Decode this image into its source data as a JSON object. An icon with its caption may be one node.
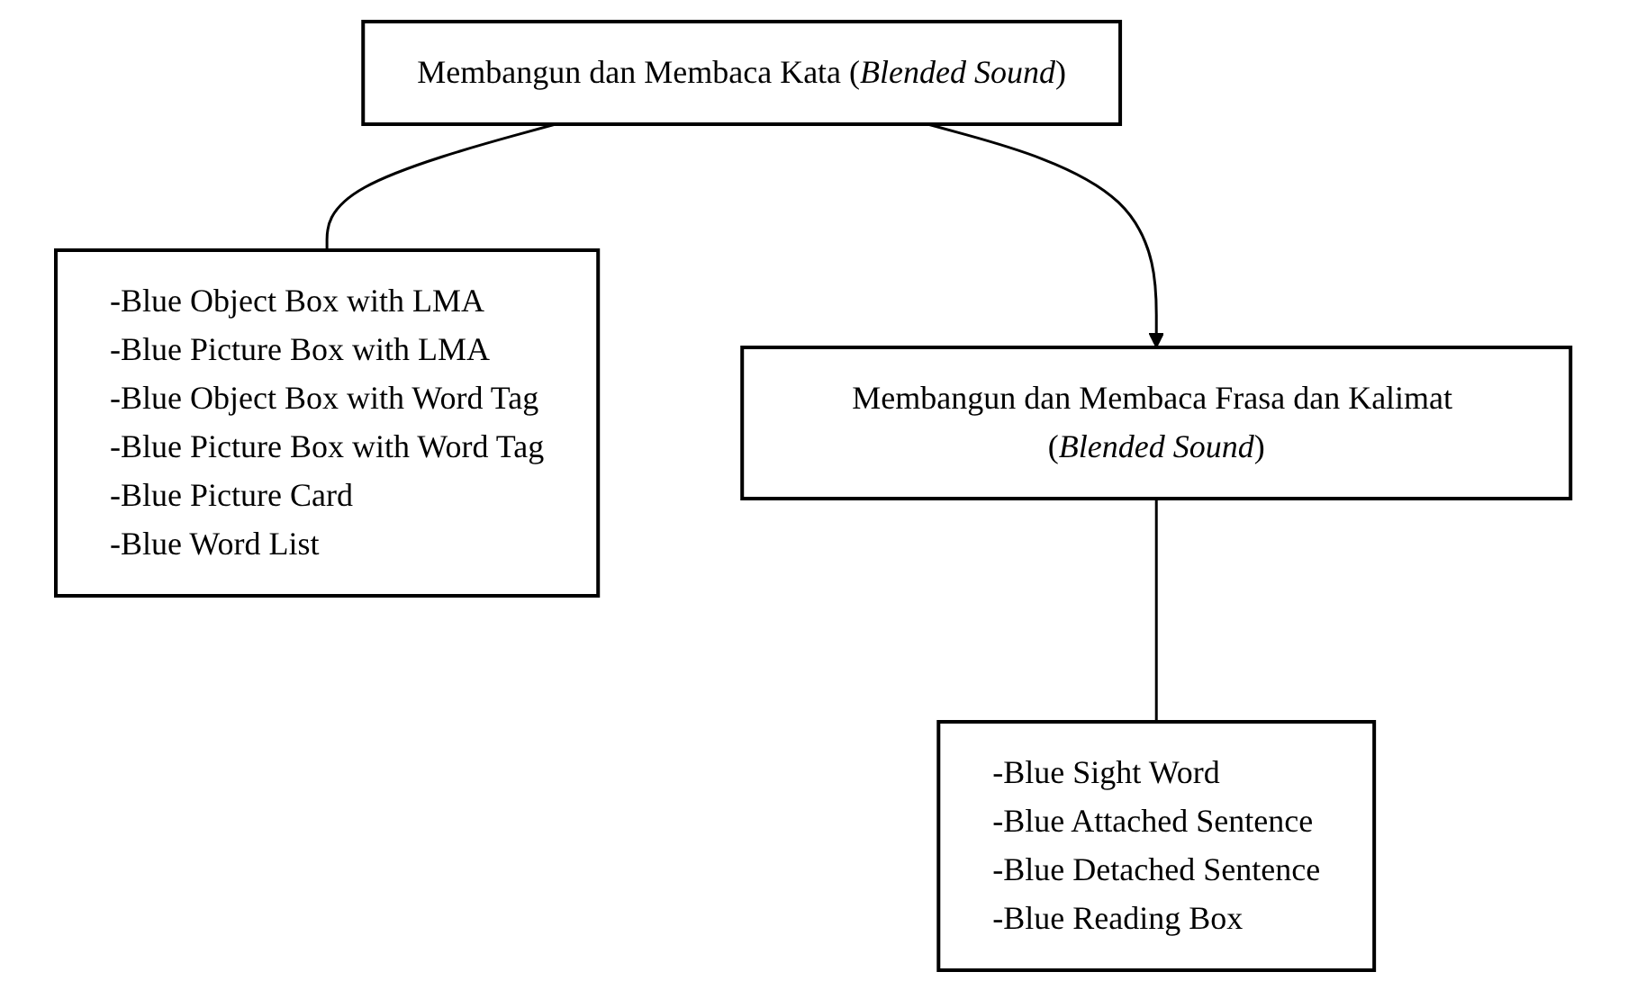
{
  "diagram": {
    "nodes": [
      {
        "text": [
          "Membangun dan Membaca Kata (*Blended Sound*)"
        ]
      },
      {
        "text": [
          "-Blue Object Box with LMA",
          "-Blue Picture Box with LMA",
          "-Blue Object Box with Word Tag",
          "-Blue Picture Box with Word Tag",
          "-Blue Picture Card",
          "-Blue Word List"
        ]
      },
      {
        "text": [
          "Membangun dan Membaca Frasa dan Kalimat (*Blended Sound*)"
        ]
      },
      {
        "text": [
          "-Blue Sight Word",
          "-Blue Attached Sentence",
          "-Blue Detached Sentence",
          "-Blue Reading Box"
        ]
      }
    ],
    "edges": [
      {
        "from": 0,
        "to": 1,
        "arrow": "none"
      },
      {
        "from": 0,
        "to": 2,
        "arrow": "to"
      },
      {
        "from": 2,
        "to": 3,
        "arrow": "none"
      }
    ]
  }
}
